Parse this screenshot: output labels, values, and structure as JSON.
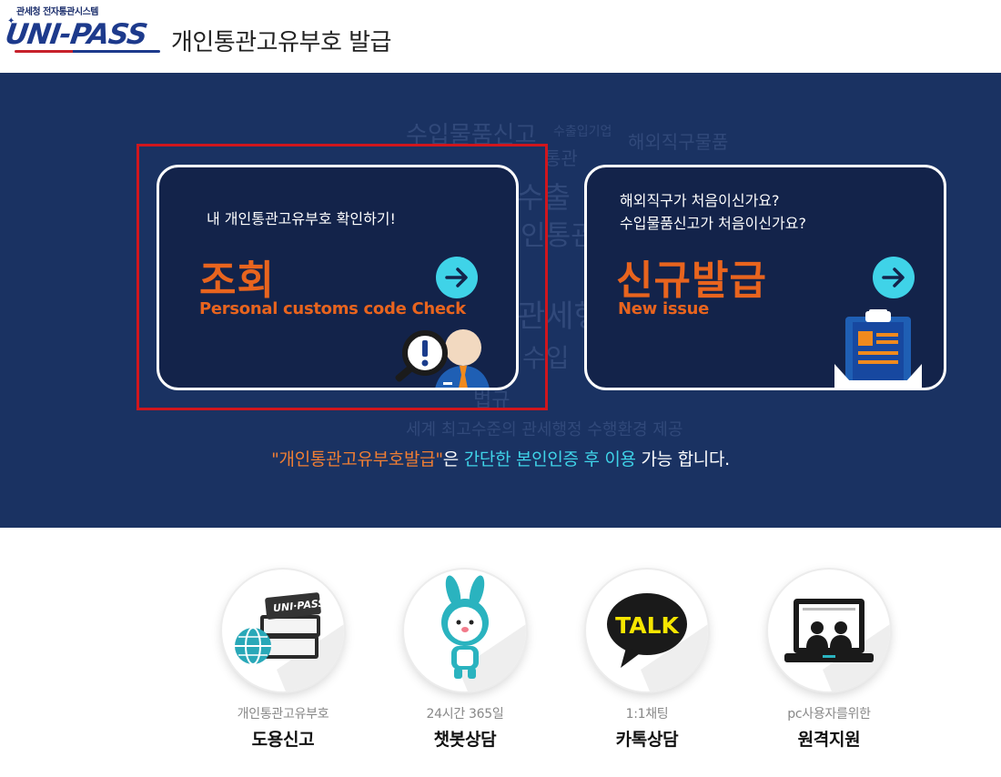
{
  "header": {
    "logo_sub": "관세청 전자통관시스템",
    "logo_text": "UNI-PASS",
    "title": "개인통관고유부호  발급"
  },
  "background_words": [
    "수입물품신고",
    "수출입기업",
    "해외직구물품",
    "통관",
    "수출",
    "인통관",
    "관세행정",
    "수입",
    "법규",
    "세계 최고수준의 관세행정 수행환경 제공"
  ],
  "cards": {
    "check": {
      "intro": "내 개인통관고유부호 확인하기!",
      "title": "조회",
      "subtitle": "Personal customs code Check"
    },
    "new": {
      "intro_line1": "해외직구가 처음이신가요?",
      "intro_line2": "수입물품신고가 처음이신가요?",
      "title": "신규발급",
      "subtitle": "New issue"
    }
  },
  "notice": {
    "part1": "\"개인통관고유부호발급\"",
    "part2": "은 ",
    "part3": "간단한 본인인증 후 이용",
    "part4": " 가능 합니다."
  },
  "services": [
    {
      "sub": "개인통관고유부호",
      "main": "도용신고"
    },
    {
      "sub": "24시간 365일",
      "main": "챗봇상담"
    },
    {
      "sub": "1:1채팅",
      "main": "카톡상담",
      "icon_text": "TALK"
    },
    {
      "sub": "pc사용자를위한",
      "main": "원격지원"
    }
  ],
  "colors": {
    "band": "#1a3262",
    "card": "#13234a",
    "accent_orange": "#e8641e",
    "accent_cyan": "#3fd3e8",
    "highlight": "#d0161d"
  }
}
